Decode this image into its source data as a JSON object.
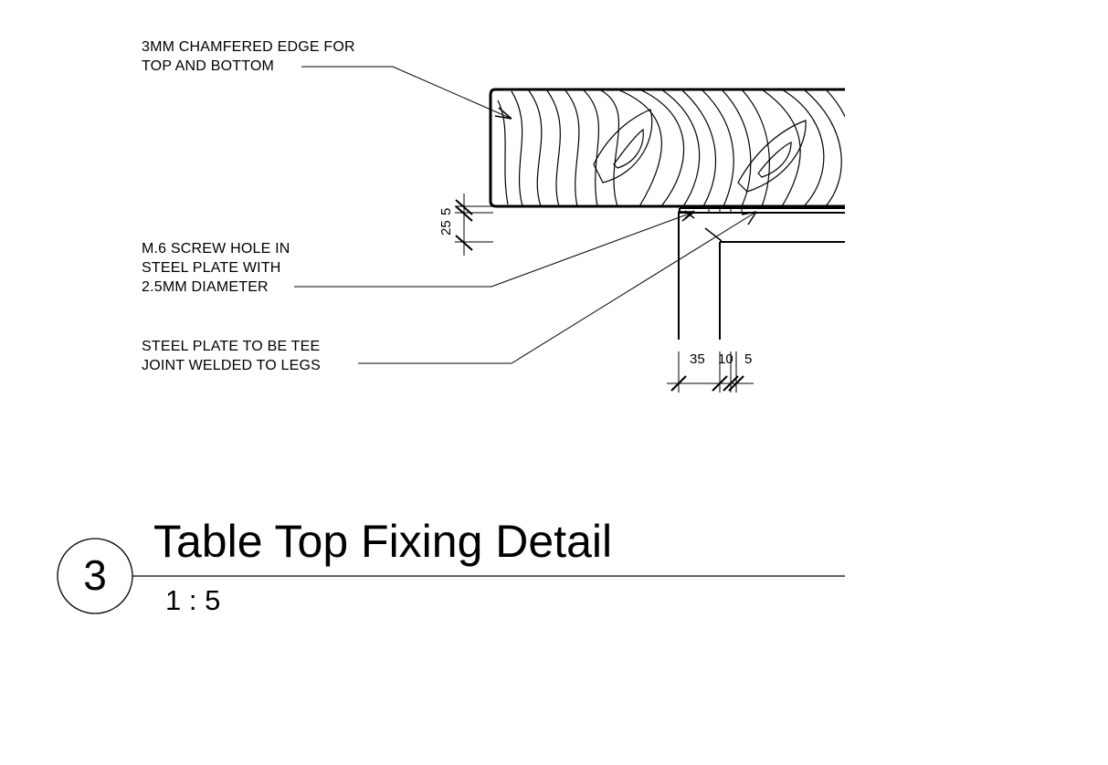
{
  "notes": {
    "chamfer_line1": "3MM CHAMFERED EDGE FOR",
    "chamfer_line2": "TOP AND BOTTOM",
    "screw_line1": "M.6 SCREW HOLE IN",
    "screw_line2": "STEEL PLATE WITH",
    "screw_line3": "2.5MM DIAMETER",
    "plate_line1": "STEEL PLATE TO BE TEE",
    "plate_line2": "JOINT WELDED TO LEGS"
  },
  "dimensions": {
    "vertical_1": "25",
    "vertical_2": "5",
    "horizontal_1": "35",
    "horizontal_2": "10",
    "horizontal_3": "5"
  },
  "title_block": {
    "detail_number": "3",
    "title": "Table Top Fixing Detail",
    "scale": "1 : 5"
  }
}
